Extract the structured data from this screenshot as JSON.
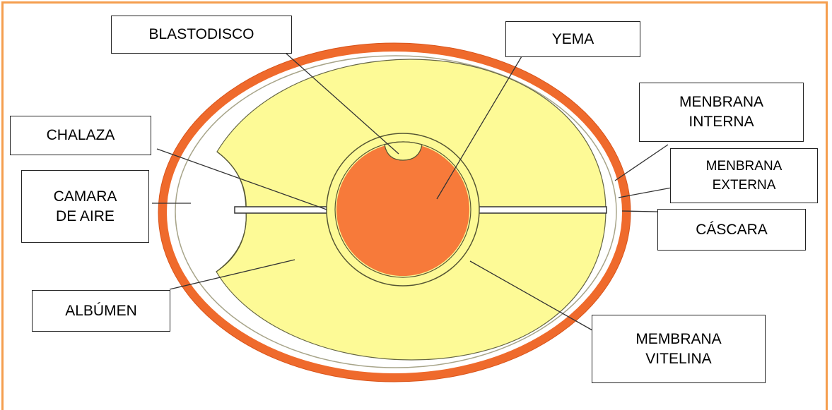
{
  "colors": {
    "frame_border": "#f59e4e",
    "shell": "#ef6a2c",
    "albumen": "#fdfa96",
    "yolk": "#f77a3a",
    "line": "#333333"
  },
  "labels": {
    "blastodisco": "BLASTODISCO",
    "yema": "YEMA",
    "membrana_interna": "MENBRANA\nINTERNA",
    "chalaza": "CHALAZA",
    "membrana_externa": "MENBRANA\nEXTERNA",
    "camara_de_aire": "CAMARA\nDE AIRE",
    "cascara": "CÁSCARA",
    "albumen": "ALBÚMEN",
    "membrana_vitelina": "MEMBRANA\nVITELINA"
  }
}
